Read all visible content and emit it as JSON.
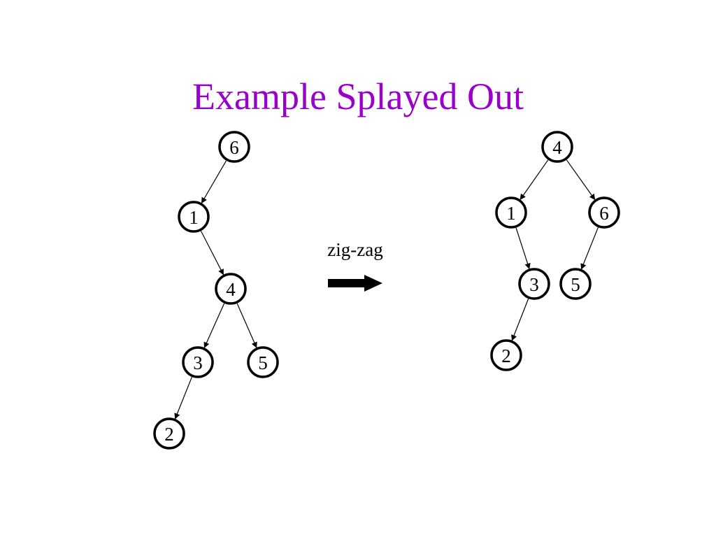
{
  "slide": {
    "title": "Example Splayed Out",
    "title_color": "#9900cc",
    "operation_label": "zig-zag"
  },
  "trees": {
    "before": {
      "nodes": [
        {
          "id": "b6",
          "label": "6"
        },
        {
          "id": "b1",
          "label": "1"
        },
        {
          "id": "b4",
          "label": "4"
        },
        {
          "id": "b3",
          "label": "3"
        },
        {
          "id": "b5",
          "label": "5"
        },
        {
          "id": "b2",
          "label": "2"
        }
      ],
      "edges": [
        [
          "b6",
          "b1"
        ],
        [
          "b1",
          "b4"
        ],
        [
          "b4",
          "b3"
        ],
        [
          "b4",
          "b5"
        ],
        [
          "b3",
          "b2"
        ]
      ]
    },
    "after": {
      "nodes": [
        {
          "id": "a4",
          "label": "4"
        },
        {
          "id": "a1",
          "label": "1"
        },
        {
          "id": "a6",
          "label": "6"
        },
        {
          "id": "a3",
          "label": "3"
        },
        {
          "id": "a5",
          "label": "5"
        },
        {
          "id": "a2",
          "label": "2"
        }
      ],
      "edges": [
        [
          "a4",
          "a1"
        ],
        [
          "a4",
          "a6"
        ],
        [
          "a1",
          "a3"
        ],
        [
          "a6",
          "a5"
        ],
        [
          "a3",
          "a2"
        ]
      ]
    }
  },
  "icons": {
    "transform_arrow": "right-arrow-icon"
  }
}
